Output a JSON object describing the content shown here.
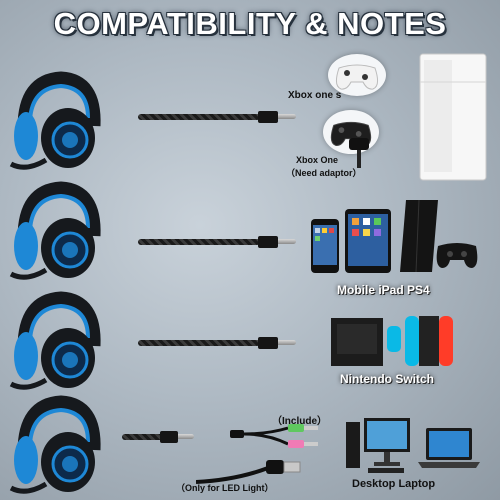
{
  "title": "COMPATIBILITY & NOTES",
  "rows": [
    {
      "labels": [
        "Xbox one s",
        "Xbox One",
        "（Need adaptor）"
      ]
    },
    {
      "labels": [
        "Mobile iPad PS4"
      ]
    },
    {
      "labels": [
        "Nintendo Switch"
      ]
    },
    {
      "labels": [
        "（Include）",
        "（Only for LED Light）",
        "Desktop Laptop"
      ]
    }
  ],
  "colors": {
    "accent_blue": "#1e88d6",
    "dark": "#151515",
    "headset_black": "#16191d"
  },
  "icons": [
    "headset-icon",
    "cable-icon",
    "controller-icon",
    "console-icon",
    "phone-icon",
    "tablet-icon",
    "switch-icon",
    "splitter-icon",
    "usb-icon",
    "computer-icon",
    "laptop-icon"
  ]
}
